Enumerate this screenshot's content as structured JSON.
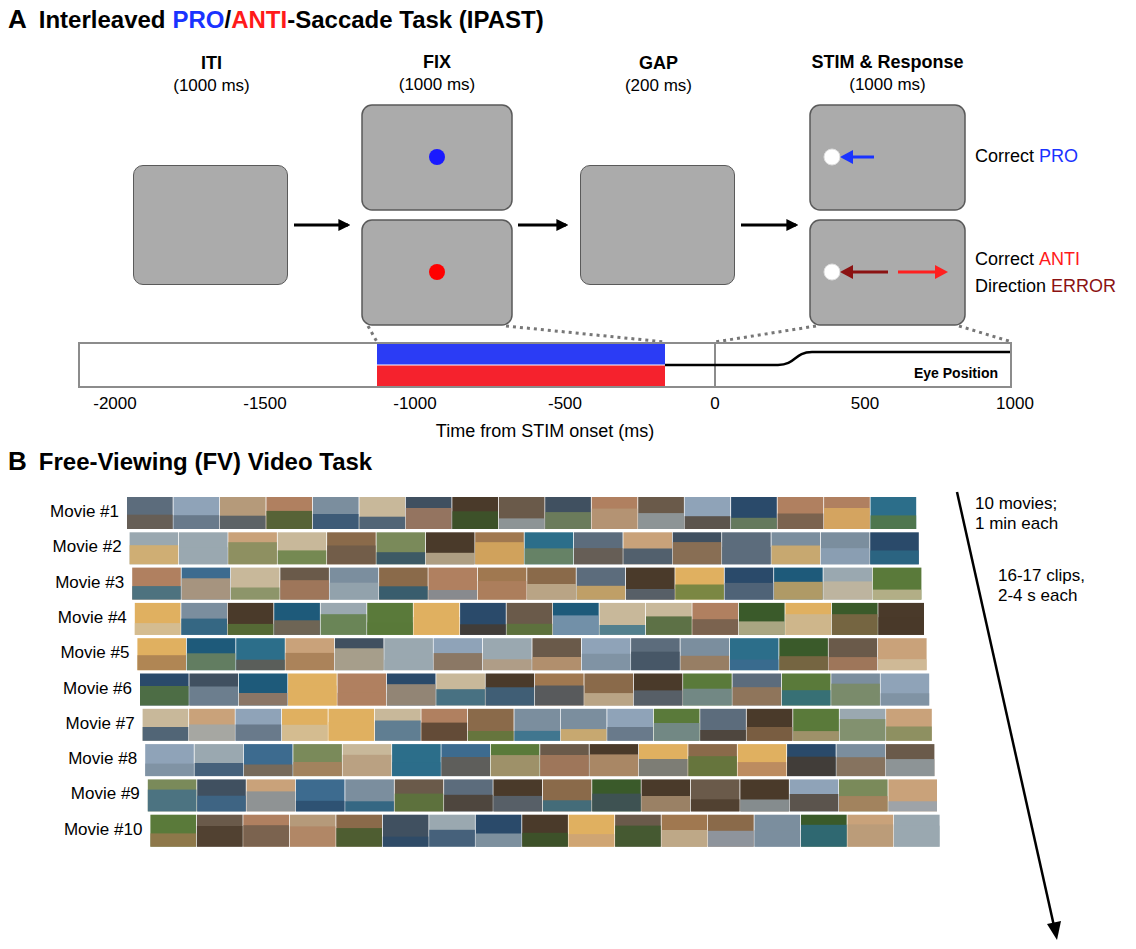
{
  "diagram": {
    "nodes": [
      {
        "text": [
          "ITI",
          "(1000 ms)"
        ]
      },
      {
        "text": [
          "FIX",
          "(1000 ms)"
        ]
      },
      {
        "text": [
          "GAP",
          "(200 ms)"
        ]
      },
      {
        "text": [
          "STIM & Response",
          "(1000 ms)"
        ]
      },
      {
        "text": [
          "Eye Position"
        ]
      }
    ],
    "edges": [
      {
        "from": 0,
        "to": 1,
        "arrow": "to"
      },
      {
        "from": 1,
        "to": 2,
        "arrow": "to"
      },
      {
        "from": 2,
        "to": 3,
        "arrow": "to"
      }
    ],
    "labels": [
      "A",
      "Interleaved",
      "PRO",
      "/",
      "ANTI",
      "-Saccade Task (IPAST)",
      "Correct",
      "PRO",
      "Correct",
      "ANTI",
      "Direction",
      "ERROR",
      "-2000",
      "-1500",
      "-1000",
      "-500",
      "0",
      "500",
      "1000",
      "Time from STIM onset (ms)",
      "B",
      "Free-Viewing (FV) Video Task",
      "Movie #1",
      "Movie #2",
      "Movie #3",
      "Movie #4",
      "Movie #5",
      "Movie #6",
      "Movie #7",
      "Movie #8",
      "Movie #9",
      "Movie #10",
      "10 movies; 1 min each",
      "16-17 clips, 2-4 s each"
    ]
  }
}
